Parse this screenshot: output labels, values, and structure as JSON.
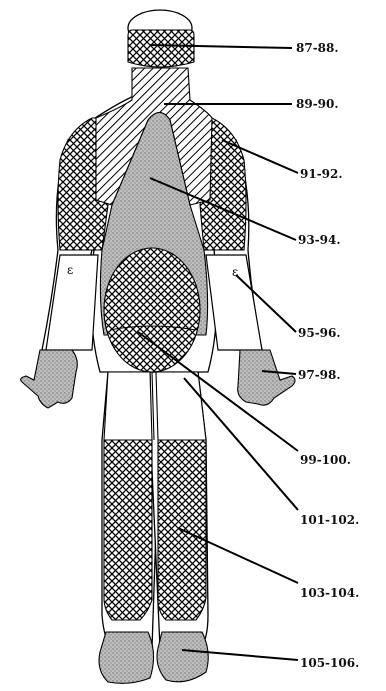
{
  "labels": {
    "head": "87-88.",
    "neck_upper_back": "89-90.",
    "shoulders_upper_arms": "91-92.",
    "mid_back": "93-94.",
    "forearms": "95-96.",
    "hands": "97-98.",
    "lower_back_buttocks": "99-100.",
    "back_of_thighs": "101-102.",
    "lower_legs": "103-104.",
    "feet": "105-106."
  },
  "forearm_marks": {
    "left": "ε",
    "right": "ε"
  }
}
